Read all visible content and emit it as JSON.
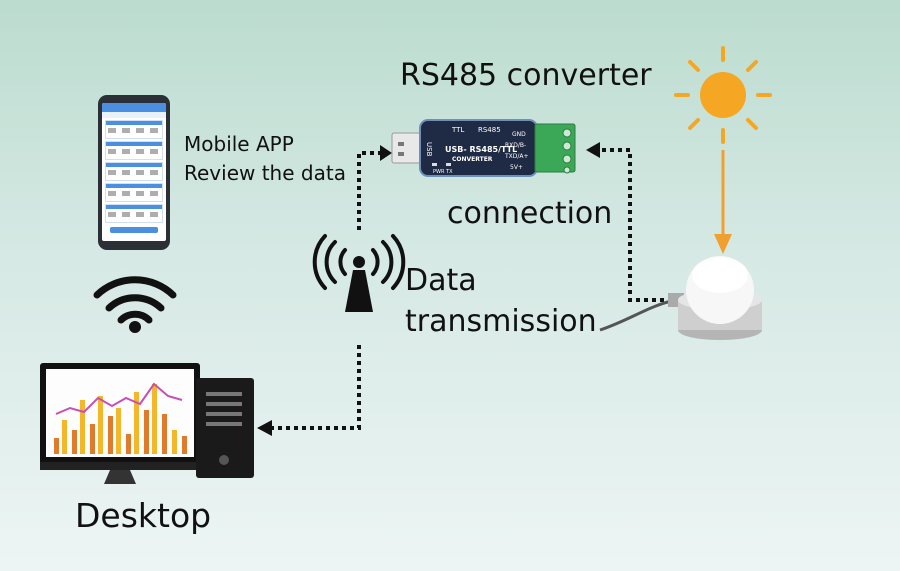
{
  "labels": {
    "title": "RS485 converter",
    "mobile_line1": "Mobile APP",
    "mobile_line2": "Review the data",
    "connection": "connection",
    "data_line1": "Data",
    "data_line2": "transmission",
    "desktop": "Desktop"
  },
  "converter_text": {
    "top_left": "TTL",
    "top_right": "RS485",
    "brand_line1": "USB- RS485/TTL",
    "brand_line2": "CONVERTER",
    "side": "USB",
    "led_labels": "PWR  TX",
    "pins": [
      "GND",
      "RXD/B-",
      "TXD/A+",
      "5V+"
    ]
  },
  "colors": {
    "sun": "#f5a623",
    "arrow": "#f0a030",
    "dotted_line": "#111111",
    "terminal_block": "#3aa856",
    "converter_body": "#1f2a44"
  },
  "icons": [
    "phone-icon",
    "wifi-icon",
    "antenna-tower-icon",
    "usb-converter-icon",
    "sun-icon",
    "light-sensor-icon",
    "desktop-computer-icon"
  ]
}
